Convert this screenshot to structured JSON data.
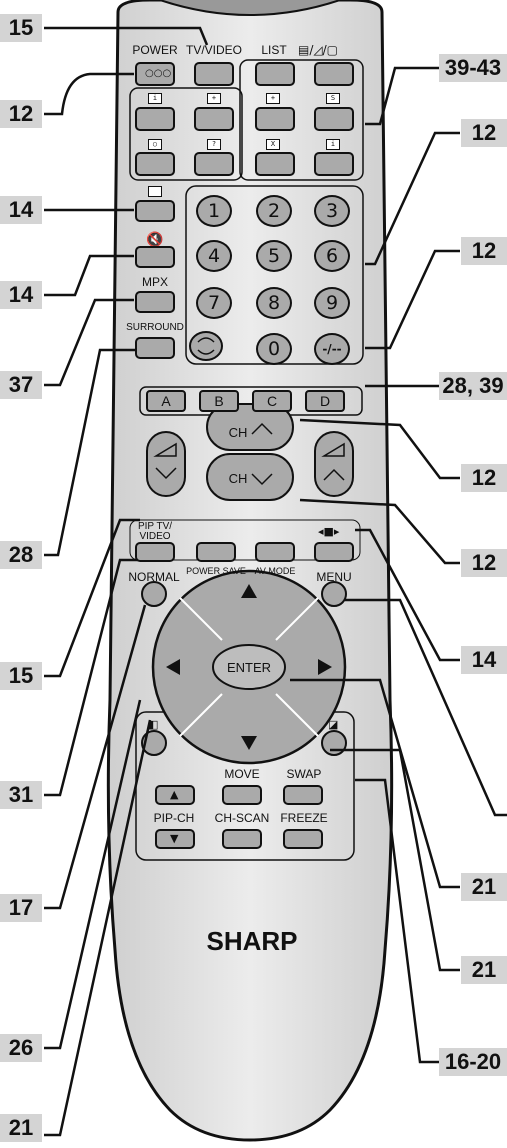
{
  "refs_left": [
    "15",
    "12",
    "14",
    "14",
    "37",
    "28",
    "15",
    "31",
    "17",
    "26",
    "21"
  ],
  "refs_right": [
    "39-43",
    "12",
    "12",
    "28, 39",
    "12",
    "12",
    "14",
    "21",
    "21",
    "16-20"
  ],
  "labels": {
    "power": "POWER",
    "tv_video": "TV/VIDEO",
    "list": "LIST",
    "mpx": "MPX",
    "surround": "SURROUND",
    "pip_tv_video": "PIP TV/\nVIDEO",
    "power_save": "POWER SAVE",
    "av_mode": "AV MODE",
    "menu": "MENU",
    "normal": "NORMAL",
    "enter": "ENTER",
    "move": "MOVE",
    "swap": "SWAP",
    "pip_ch": "PIP-CH",
    "ch_scan": "CH-SCAN",
    "freeze": "FREEZE",
    "brand": "SHARP",
    "ch": "CH"
  },
  "digits": [
    "1",
    "2",
    "3",
    "4",
    "5",
    "6",
    "7",
    "8",
    "9",
    "0"
  ],
  "color_buttons": [
    "A",
    "B",
    "C",
    "D"
  ],
  "teletext_icons": [
    "i",
    "+",
    "+",
    "S",
    "○",
    "?",
    "X",
    "i"
  ],
  "colors": {
    "body": "#e0e0e0",
    "body_edge": "#111111",
    "button": "#aaaaaa",
    "ref_box": "#d4d4d4"
  }
}
